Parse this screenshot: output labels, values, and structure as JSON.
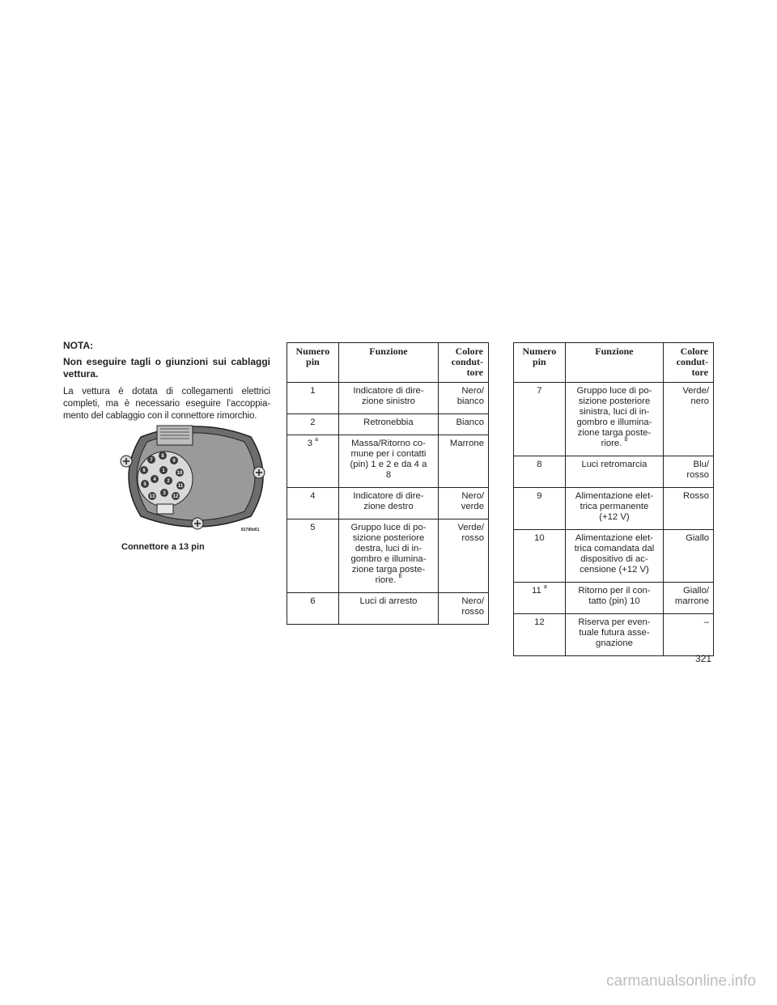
{
  "nota": "NOTA:",
  "warning": "Non eseguire tagli o giunzioni sui cablaggi vettura.",
  "body": "La vettura è dotata di collegamenti elettrici completi, ma è necessario eseguire l’accoppia-mento del cablaggio con il connettore rimorchio.",
  "figure": {
    "code": "81789d61",
    "caption": "Connettore a 13 pin",
    "pin_labels": [
      "7",
      "8",
      "9",
      "6",
      "1",
      "10",
      "4",
      "2",
      "5",
      "11",
      "13",
      "3",
      "12"
    ]
  },
  "table_headers": {
    "pin": "Numero\npin",
    "function": "Funzione",
    "color": "Colore\ncondut-\ntore"
  },
  "table1": [
    {
      "pin": "1",
      "sup": "",
      "function": "Indicatore di dire-\nzione sinistro",
      "fsup": "",
      "color": "Nero/\nbianco"
    },
    {
      "pin": "2",
      "sup": "",
      "function": "Retronebbia",
      "fsup": "",
      "color": "Bianco"
    },
    {
      "pin": "3",
      "sup": "a",
      "function": "Massa/Ritorno co-\nmune per i contatti\n(pin) 1 e 2 e da 4 a\n8",
      "fsup": "",
      "color": "Marrone"
    },
    {
      "pin": "4",
      "sup": "",
      "function": "Indicatore di dire-\nzione destro",
      "fsup": "",
      "color": "Nero/\nverde"
    },
    {
      "pin": "5",
      "sup": "",
      "function": "Gruppo luce di po-\nsizione posteriore\ndestra, luci di in-\ngombro e illumina-\nzione targa poste-\nriore.",
      "fsup": "b",
      "color": "Verde/\nrosso"
    },
    {
      "pin": "6",
      "sup": "",
      "function": "Luci di arresto",
      "fsup": "",
      "color": "Nero/\nrosso"
    }
  ],
  "table2": [
    {
      "pin": "7",
      "sup": "",
      "function": "Gruppo luce di po-\nsizione posteriore\nsinistra, luci di in-\ngombro e illumina-\nzione targa poste-\nriore.",
      "fsup": "b",
      "color": "Verde/\nnero"
    },
    {
      "pin": "8",
      "sup": "",
      "function": "Luci retromarcia",
      "fsup": "",
      "color": "Blu/\nrosso"
    },
    {
      "pin": "9",
      "sup": "",
      "function": "Alimentazione elet-\ntrica permanente\n(+12 V)",
      "fsup": "",
      "color": "Rosso"
    },
    {
      "pin": "10",
      "sup": "",
      "function": "Alimentazione elet-\ntrica comandata dal\ndispositivo di ac-\ncensione (+12 V)",
      "fsup": "",
      "color": "Giallo"
    },
    {
      "pin": "11",
      "sup": "a",
      "function": "Ritorno per il con-\ntatto (pin) 10",
      "fsup": "",
      "color": "Giallo/\nmarrone"
    },
    {
      "pin": "12",
      "sup": "",
      "function": "Riserva per even-\ntuale futura asse-\ngnazione",
      "fsup": "",
      "color": "–"
    }
  ],
  "page_number": "321",
  "watermark": "carmanualsonline.info"
}
